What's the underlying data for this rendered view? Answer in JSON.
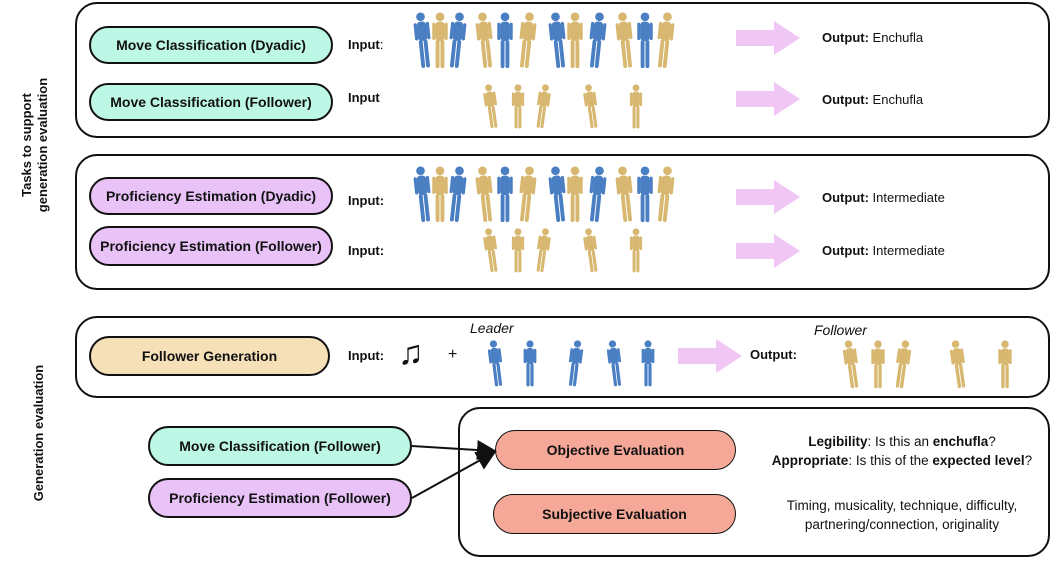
{
  "side_labels": {
    "top": "Tasks to support\ngeneration evaluation",
    "bottom": "Generation evaluation"
  },
  "panel1": {
    "row1": {
      "task": "Move Classification (Dyadic)",
      "input": "Input",
      "input_suffix": ":",
      "output_label": "Output:",
      "output_value": "Enchufla"
    },
    "row2": {
      "task": "Move Classification (Follower)",
      "input": "Input",
      "input_suffix": ":",
      "output_label": "Output:",
      "output_value": "Enchufla"
    }
  },
  "panel2": {
    "row1": {
      "task": "Proficiency Estimation (Dyadic)",
      "input": "Input:",
      "output_label": "Output:",
      "output_value": "Intermediate"
    },
    "row2": {
      "task": "Proficiency Estimation (Follower)",
      "input": "Input:",
      "output_label": "Output:",
      "output_value": "Intermediate"
    }
  },
  "panel3": {
    "task": "Follower Generation",
    "input": "Input:",
    "plus": "+",
    "leader_label": "Leader",
    "follower_label": "Follower",
    "output_label": "Output:"
  },
  "bottom": {
    "left_task1": "Move Classification (Follower)",
    "left_task2": "Proficiency Estimation (Follower)",
    "objective": "Objective Evaluation",
    "subjective": "Subjective Evaluation",
    "legibility_key": "Legibility",
    "legibility_text1": ": Is this an ",
    "legibility_bold": "enchufla",
    "legibility_text2": "?",
    "appropriate_key": "Appropriate",
    "appropriate_text1": ": Is this of the ",
    "appropriate_bold": "expected level",
    "appropriate_text2": "?",
    "subjective_line1": "Timing, musicality, technique, difficulty,",
    "subjective_line2": "partnering/connection, originality"
  },
  "colors": {
    "teal": "#bdf7e6",
    "lilac": "#e9c3f8",
    "sand": "#f5e0b8",
    "salmon": "#f5a898",
    "arrow": "#f0c6f5",
    "leader_blue": "#4a7fc4",
    "follower_gold": "#d8b870"
  }
}
